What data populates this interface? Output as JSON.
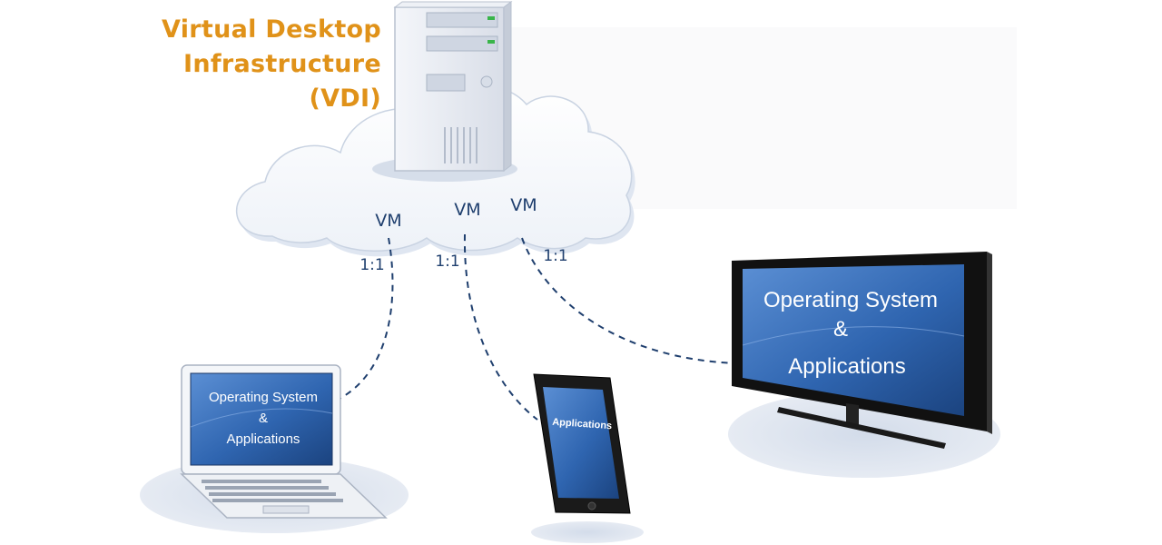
{
  "title": {
    "line1": "Virtual Desktop",
    "line2": "Infrastructure (VDI)"
  },
  "cloud": {
    "vm_labels": [
      "VM",
      "VM",
      "VM"
    ]
  },
  "connections": {
    "ratio_labels": [
      "1:1",
      "1:1",
      "1:1"
    ]
  },
  "laptop": {
    "screen_line1": "Operating System",
    "screen_line2": "&",
    "screen_line3": "Applications"
  },
  "tablet": {
    "screen_text": "Applications"
  },
  "tv": {
    "screen_line1": "Operating System",
    "screen_line2": "&",
    "screen_line3": "Applications"
  },
  "colors": {
    "title": "#e09219",
    "label_navy": "#1f3f6e",
    "screen_blue": "#2f65b0",
    "cloud_fill": "#ffffff",
    "cloud_shadow": "#dfe6f1",
    "floor_ellipse": "#dde4ef"
  }
}
